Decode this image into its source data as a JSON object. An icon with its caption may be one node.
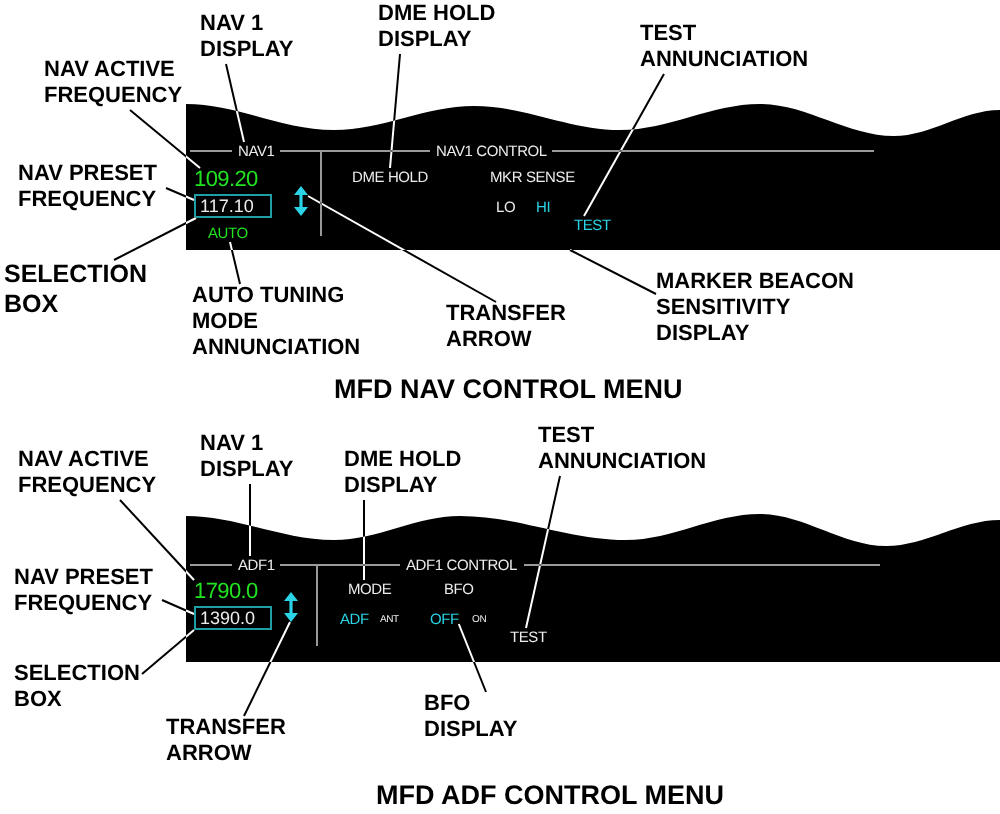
{
  "diagram": {
    "nodes": [
      {
        "text": [
          "NAV 1 DISPLAY"
        ]
      },
      {
        "text": [
          "DME HOLD DISPLAY"
        ]
      },
      {
        "text": [
          "TEST ANNUNCIATION"
        ]
      },
      {
        "text": [
          "NAV ACTIVE FREQUENCY"
        ]
      },
      {
        "text": [
          "NAV1 CONTROL",
          "MKR SENSE",
          "LO",
          "HI"
        ]
      },
      {
        "text": [
          "NAV1"
        ],
        "in": 4
      },
      {
        "text": [
          "109.20"
        ],
        "in": 4
      },
      {
        "text": [
          "DME HOLD"
        ],
        "in": 4
      },
      {
        "text": [
          "TEST"
        ],
        "in": 4
      },
      {
        "text": [
          "117.10"
        ],
        "in": 4
      },
      {
        "text": [],
        "shape": "arrow",
        "in": 4
      },
      {
        "text": [
          "AUTO"
        ],
        "in": 4
      },
      {
        "text": [
          "NAV PRESET FREQUENCY"
        ]
      },
      {
        "text": [
          "SELECTION BOX"
        ]
      },
      {
        "text": [
          "AUTO TUNING MODE ANNUNCIATION"
        ]
      },
      {
        "text": [
          "TRANSFER ARROW"
        ]
      },
      {
        "text": [
          "MARKER BEACON SENSITIVITY DISPLAY"
        ]
      },
      {
        "text": [
          "NAV 1 DISPLAY"
        ]
      },
      {
        "text": [
          "DME HOLD DISPLAY"
        ]
      },
      {
        "text": [
          "TEST ANNUNCIATION"
        ]
      },
      {
        "text": [
          "NAV ACTIVE FREQUENCY"
        ]
      },
      {
        "text": [
          "ADF1 CONTROL",
          "BFO",
          "ADF",
          "ANT",
          "ON"
        ]
      },
      {
        "text": [
          "ADF1"
        ],
        "in": 21
      },
      {
        "text": [
          "1790.0"
        ],
        "in": 21
      },
      {
        "text": [
          "MODE"
        ],
        "in": 21
      },
      {
        "text": [
          "OFF"
        ],
        "in": 21
      },
      {
        "text": [
          "TEST"
        ],
        "in": 21
      },
      {
        "text": [
          "1390.0"
        ],
        "in": 21
      },
      {
        "text": [],
        "shape": "arrow",
        "in": 21
      },
      {
        "text": [
          "NAV PRESET FREQUENCY"
        ]
      },
      {
        "text": [
          "SELECTION BOX"
        ]
      },
      {
        "text": [
          "BFO DISPLAY"
        ]
      },
      {
        "text": [
          "TRANSFER ARROW"
        ]
      }
    ],
    "edges": [
      {
        "from": 0,
        "to": 5,
        "arrow": "none"
      },
      {
        "from": 1,
        "to": 7,
        "arrow": "none"
      },
      {
        "from": 2,
        "to": 8,
        "arrow": "none"
      },
      {
        "from": 3,
        "to": 6,
        "arrow": "none"
      },
      {
        "from": 12,
        "to": 9,
        "arrow": "none"
      },
      {
        "from": 13,
        "to": 9,
        "arrow": "none"
      },
      {
        "from": 14,
        "to": 11,
        "arrow": "none"
      },
      {
        "from": 15,
        "to": 10,
        "arrow": "none"
      },
      {
        "from": 16,
        "to": 4,
        "arrow": "none"
      },
      {
        "from": 17,
        "to": 22,
        "arrow": "none"
      },
      {
        "from": 18,
        "to": 24,
        "arrow": "none"
      },
      {
        "from": 19,
        "to": 26,
        "arrow": "none"
      },
      {
        "from": 20,
        "to": 23,
        "arrow": "none"
      },
      {
        "from": 29,
        "to": 27,
        "arrow": "none"
      },
      {
        "from": 30,
        "to": 27,
        "arrow": "none"
      },
      {
        "from": 32,
        "to": 28,
        "arrow": "none"
      },
      {
        "from": 31,
        "to": 25,
        "arrow": "none"
      }
    ],
    "labels": [
      "MFD NAV CONTROL MENU",
      "MFD ADF CONTROL MENU"
    ]
  }
}
